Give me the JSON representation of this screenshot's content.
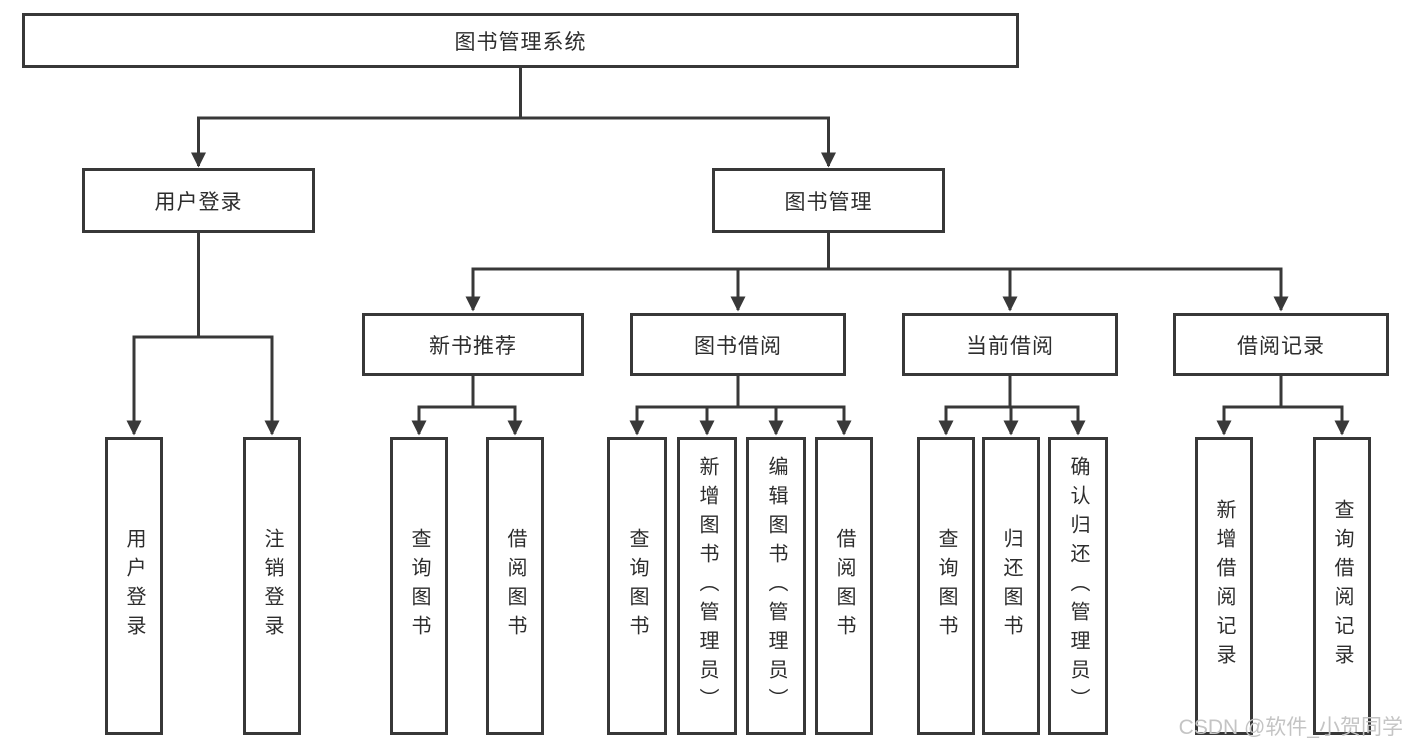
{
  "diagram": {
    "type": "hierarchy-tree",
    "colors": {
      "line": "#383838",
      "box_border": "#383838",
      "box_background": "#ffffff",
      "text": "#2d2d2d",
      "watermark_text": "#c4c4c4",
      "page_background": "#ffffff"
    },
    "nodes": {
      "root": {
        "label": "图书管理系统"
      },
      "l2": [
        {
          "label": "用户登录"
        },
        {
          "label": "图书管理"
        }
      ],
      "l3": [
        {
          "label": "新书推荐",
          "parent": "图书管理"
        },
        {
          "label": "图书借阅",
          "parent": "图书管理"
        },
        {
          "label": "当前借阅",
          "parent": "图书管理"
        },
        {
          "label": "借阅记录",
          "parent": "图书管理"
        }
      ],
      "leaves": [
        {
          "label": "用户登录",
          "parent": "用户登录"
        },
        {
          "label": "注销登录",
          "parent": "用户登录"
        },
        {
          "label": "查询图书",
          "parent": "新书推荐"
        },
        {
          "label": "借阅图书",
          "parent": "新书推荐"
        },
        {
          "label": "查询图书",
          "parent": "图书借阅"
        },
        {
          "label": "新增图书（管理员）",
          "parent": "图书借阅"
        },
        {
          "label": "编辑图书（管理员）",
          "parent": "图书借阅"
        },
        {
          "label": "借阅图书",
          "parent": "图书借阅"
        },
        {
          "label": "查询图书",
          "parent": "当前借阅"
        },
        {
          "label": "归还图书",
          "parent": "当前借阅"
        },
        {
          "label": "确认归还（管理员）",
          "parent": "当前借阅"
        },
        {
          "label": "新增借阅记录",
          "parent": "借阅记录"
        },
        {
          "label": "查询借阅记录",
          "parent": "借阅记录"
        }
      ]
    },
    "watermark": "CSDN @软件_小贺同学"
  }
}
